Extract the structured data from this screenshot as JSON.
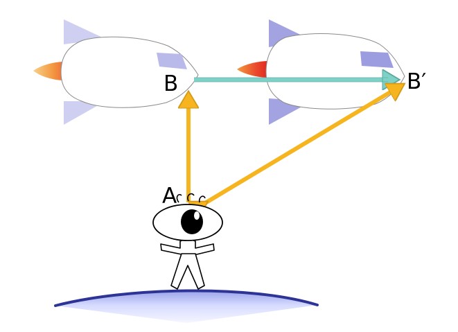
{
  "labels": {
    "point_a": "A",
    "point_b": "B",
    "point_b_prime": "B′"
  },
  "colors": {
    "background": "#ffffff",
    "rocket_body_fill": "#ffffff",
    "rocket_outline": "#7f7f7f",
    "fin_light": "#c9c9ee",
    "fin_dark": "#a0a0e0",
    "flame_orange": "#f4a23c",
    "flame_red": "#e8342a",
    "displacement_arrow": "#7fd1c7",
    "sight_arrow": "#f6b41e",
    "ground_top": "#2e3496",
    "ground_fill": "#dfe3ff",
    "figure_stroke": "#000000",
    "pupil": "#000000"
  },
  "icons": {
    "rocket_initial": "rocket-icon",
    "rocket_moved": "rocket-icon",
    "observer": "observer-eye-figure-icon",
    "ground": "earth-surface-icon"
  }
}
